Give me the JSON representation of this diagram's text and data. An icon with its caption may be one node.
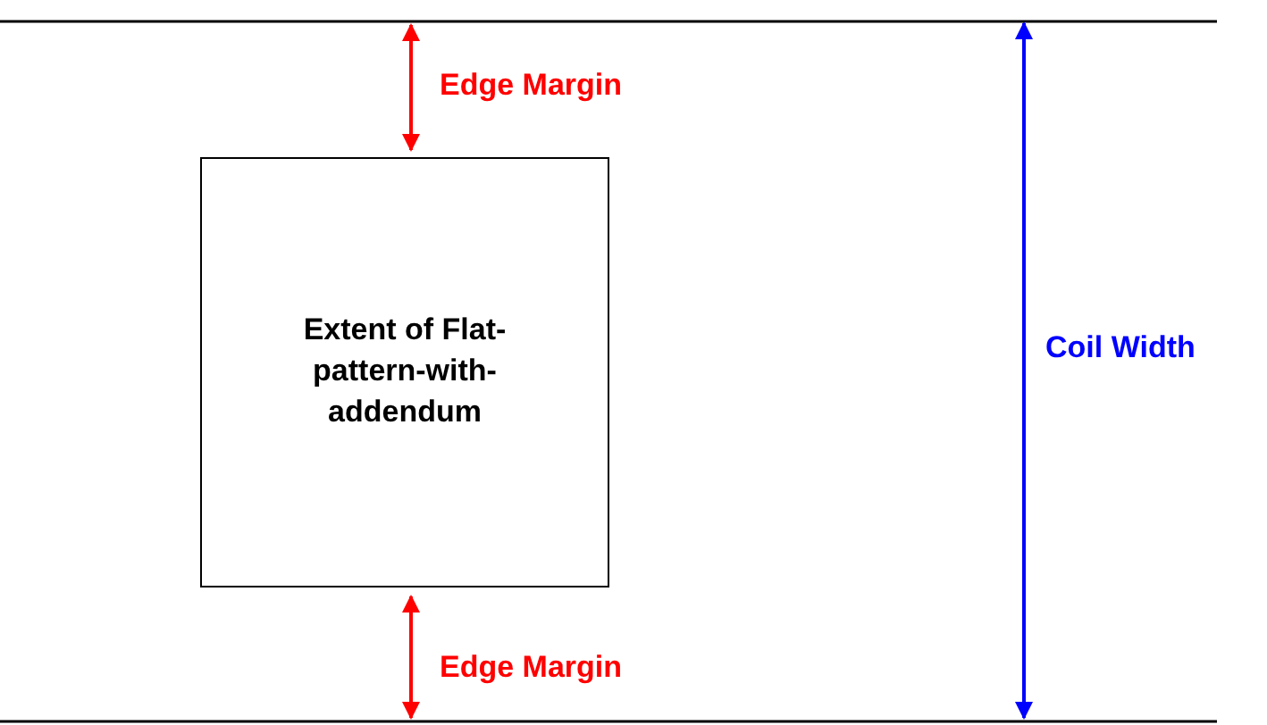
{
  "diagram": {
    "nodes": [
      {
        "text": [
          "Extent of Flat-pattern-with-addendum"
        ]
      }
    ],
    "labels": [
      "Edge Margin",
      "Edge Margin",
      "Coil Width"
    ]
  }
}
